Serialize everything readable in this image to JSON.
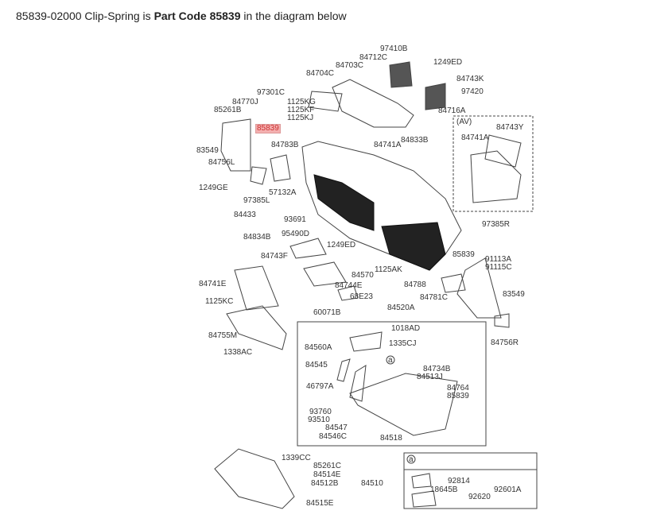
{
  "header": {
    "prefix": "85839-02000 Clip-Spring is ",
    "bold": "Part Code 85839",
    "suffix": " in the diagram below"
  },
  "highlight_color": "#f4b0b0",
  "labels": [
    "97410B",
    "84712C",
    "1249ED",
    "84703C",
    "84704C",
    "84743K",
    "97420",
    "97301C",
    "84770J",
    "1125KG",
    "1125KF",
    "1125KJ",
    "85261B",
    "84716A",
    "(AV)",
    "85839",
    "84743Y",
    "84741A",
    "84741A",
    "84833B",
    "84783B",
    "83549",
    "84756L",
    "1249GE",
    "57132A",
    "97385L",
    "84433",
    "93691",
    "97385R",
    "84834B",
    "95490D",
    "1249ED",
    "85839",
    "91113A",
    "91115C",
    "84743F",
    "1125AK",
    "84570",
    "84741E",
    "84744E",
    "84788",
    "84781C",
    "83549",
    "68E23",
    "1125KC",
    "60071B",
    "84520A",
    "1018AD",
    "84755M",
    "84756R",
    "84560A",
    "1335CJ",
    "1338AC",
    "84545",
    "84734B",
    "84513J",
    "46797A",
    "84764",
    "85839",
    "93760",
    "93510",
    "84547",
    "84546C",
    "84518",
    "1339CC",
    "85261C",
    "84514E",
    "84512B",
    "84510",
    "84515E",
    "a",
    "a",
    "92814",
    "18645B",
    "92601A",
    "92620"
  ]
}
